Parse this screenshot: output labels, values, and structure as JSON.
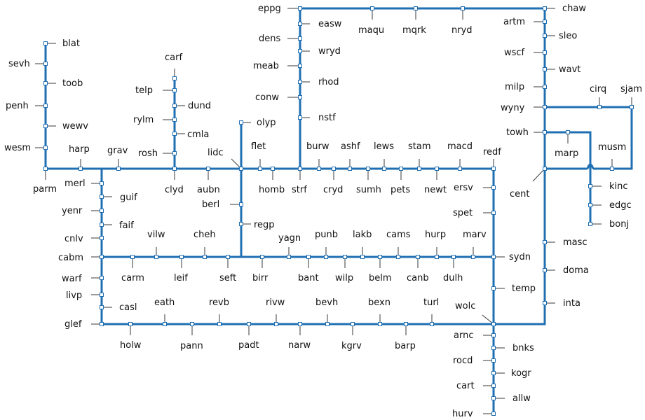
{
  "line_color": "#1f6fb2",
  "stations": [
    {
      "id": "blat",
      "label": "blat"
    },
    {
      "id": "sevh",
      "label": "sevh"
    },
    {
      "id": "toob",
      "label": "toob"
    },
    {
      "id": "penh",
      "label": "penh"
    },
    {
      "id": "wewv",
      "label": "wewv"
    },
    {
      "id": "wesm",
      "label": "wesm"
    },
    {
      "id": "parm",
      "label": "parm"
    },
    {
      "id": "harp",
      "label": "harp"
    },
    {
      "id": "grav",
      "label": "grav"
    },
    {
      "id": "carf",
      "label": "carf"
    },
    {
      "id": "telp",
      "label": "telp"
    },
    {
      "id": "dund",
      "label": "dund"
    },
    {
      "id": "rylm",
      "label": "rylm"
    },
    {
      "id": "cmla",
      "label": "cmla"
    },
    {
      "id": "rosh",
      "label": "rosh"
    },
    {
      "id": "clyd",
      "label": "clyd"
    },
    {
      "id": "aubn",
      "label": "aubn"
    },
    {
      "id": "lidc",
      "label": "lidc"
    },
    {
      "id": "olyp",
      "label": "olyp"
    },
    {
      "id": "flet",
      "label": "flet"
    },
    {
      "id": "homb",
      "label": "homb"
    },
    {
      "id": "berl",
      "label": "berl"
    },
    {
      "id": "regp",
      "label": "regp"
    },
    {
      "id": "eppg",
      "label": "eppg"
    },
    {
      "id": "easw",
      "label": "easw"
    },
    {
      "id": "dens",
      "label": "dens"
    },
    {
      "id": "wryd",
      "label": "wryd"
    },
    {
      "id": "meab",
      "label": "meab"
    },
    {
      "id": "rhod",
      "label": "rhod"
    },
    {
      "id": "conw",
      "label": "conw"
    },
    {
      "id": "nstf",
      "label": "nstf"
    },
    {
      "id": "strf",
      "label": "strf"
    },
    {
      "id": "maqu",
      "label": "maqu"
    },
    {
      "id": "mqrk",
      "label": "mqrk"
    },
    {
      "id": "nryd",
      "label": "nryd"
    },
    {
      "id": "chaw",
      "label": "chaw"
    },
    {
      "id": "artm",
      "label": "artm"
    },
    {
      "id": "sleo",
      "label": "sleo"
    },
    {
      "id": "wscf",
      "label": "wscf"
    },
    {
      "id": "wavt",
      "label": "wavt"
    },
    {
      "id": "milp",
      "label": "milp"
    },
    {
      "id": "cirq",
      "label": "cirq"
    },
    {
      "id": "sjam",
      "label": "sjam"
    },
    {
      "id": "wyny",
      "label": "wyny"
    },
    {
      "id": "towh",
      "label": "towh"
    },
    {
      "id": "marp",
      "label": "marp"
    },
    {
      "id": "musm",
      "label": "musm"
    },
    {
      "id": "kinc",
      "label": "kinc"
    },
    {
      "id": "edgc",
      "label": "edgc"
    },
    {
      "id": "bonj",
      "label": "bonj"
    },
    {
      "id": "cent",
      "label": "cent"
    },
    {
      "id": "masc",
      "label": "masc"
    },
    {
      "id": "doma",
      "label": "doma"
    },
    {
      "id": "inta",
      "label": "inta"
    },
    {
      "id": "burw",
      "label": "burw"
    },
    {
      "id": "ashf",
      "label": "ashf"
    },
    {
      "id": "lews",
      "label": "lews"
    },
    {
      "id": "stam",
      "label": "stam"
    },
    {
      "id": "macd",
      "label": "macd"
    },
    {
      "id": "redf",
      "label": "redf"
    },
    {
      "id": "cryd",
      "label": "cryd"
    },
    {
      "id": "sumh",
      "label": "sumh"
    },
    {
      "id": "pets",
      "label": "pets"
    },
    {
      "id": "newt",
      "label": "newt"
    },
    {
      "id": "ersv",
      "label": "ersv"
    },
    {
      "id": "spet",
      "label": "spet"
    },
    {
      "id": "sydn",
      "label": "sydn"
    },
    {
      "id": "temp",
      "label": "temp"
    },
    {
      "id": "wolc",
      "label": "wolc"
    },
    {
      "id": "arnc",
      "label": "arnc"
    },
    {
      "id": "bnks",
      "label": "bnks"
    },
    {
      "id": "rocd",
      "label": "rocd"
    },
    {
      "id": "kogr",
      "label": "kogr"
    },
    {
      "id": "cart",
      "label": "cart"
    },
    {
      "id": "allw",
      "label": "allw"
    },
    {
      "id": "hurv",
      "label": "hurv"
    },
    {
      "id": "merl",
      "label": "merl"
    },
    {
      "id": "guif",
      "label": "guif"
    },
    {
      "id": "yenr",
      "label": "yenr"
    },
    {
      "id": "faif",
      "label": "faif"
    },
    {
      "id": "cnlv",
      "label": "cnlv"
    },
    {
      "id": "cabm",
      "label": "cabm"
    },
    {
      "id": "warf",
      "label": "warf"
    },
    {
      "id": "livp",
      "label": "livp"
    },
    {
      "id": "casl",
      "label": "casl"
    },
    {
      "id": "glef",
      "label": "glef"
    },
    {
      "id": "vilw",
      "label": "vilw"
    },
    {
      "id": "cheh",
      "label": "cheh"
    },
    {
      "id": "yagn",
      "label": "yagn"
    },
    {
      "id": "punb",
      "label": "punb"
    },
    {
      "id": "lakb",
      "label": "lakb"
    },
    {
      "id": "cams",
      "label": "cams"
    },
    {
      "id": "hurp",
      "label": "hurp"
    },
    {
      "id": "marv",
      "label": "marv"
    },
    {
      "id": "carm",
      "label": "carm"
    },
    {
      "id": "leif",
      "label": "leif"
    },
    {
      "id": "seft",
      "label": "seft"
    },
    {
      "id": "birr",
      "label": "birr"
    },
    {
      "id": "bant",
      "label": "bant"
    },
    {
      "id": "wilp",
      "label": "wilp"
    },
    {
      "id": "belm",
      "label": "belm"
    },
    {
      "id": "canb",
      "label": "canb"
    },
    {
      "id": "dulh",
      "label": "dulh"
    },
    {
      "id": "eath",
      "label": "eath"
    },
    {
      "id": "revb",
      "label": "revb"
    },
    {
      "id": "rivw",
      "label": "rivw"
    },
    {
      "id": "bevh",
      "label": "bevh"
    },
    {
      "id": "bexn",
      "label": "bexn"
    },
    {
      "id": "turl",
      "label": "turl"
    },
    {
      "id": "holw",
      "label": "holw"
    },
    {
      "id": "pann",
      "label": "pann"
    },
    {
      "id": "padt",
      "label": "padt"
    },
    {
      "id": "narw",
      "label": "narw"
    },
    {
      "id": "kgrv",
      "label": "kgrv"
    },
    {
      "id": "barp",
      "label": "barp"
    }
  ]
}
